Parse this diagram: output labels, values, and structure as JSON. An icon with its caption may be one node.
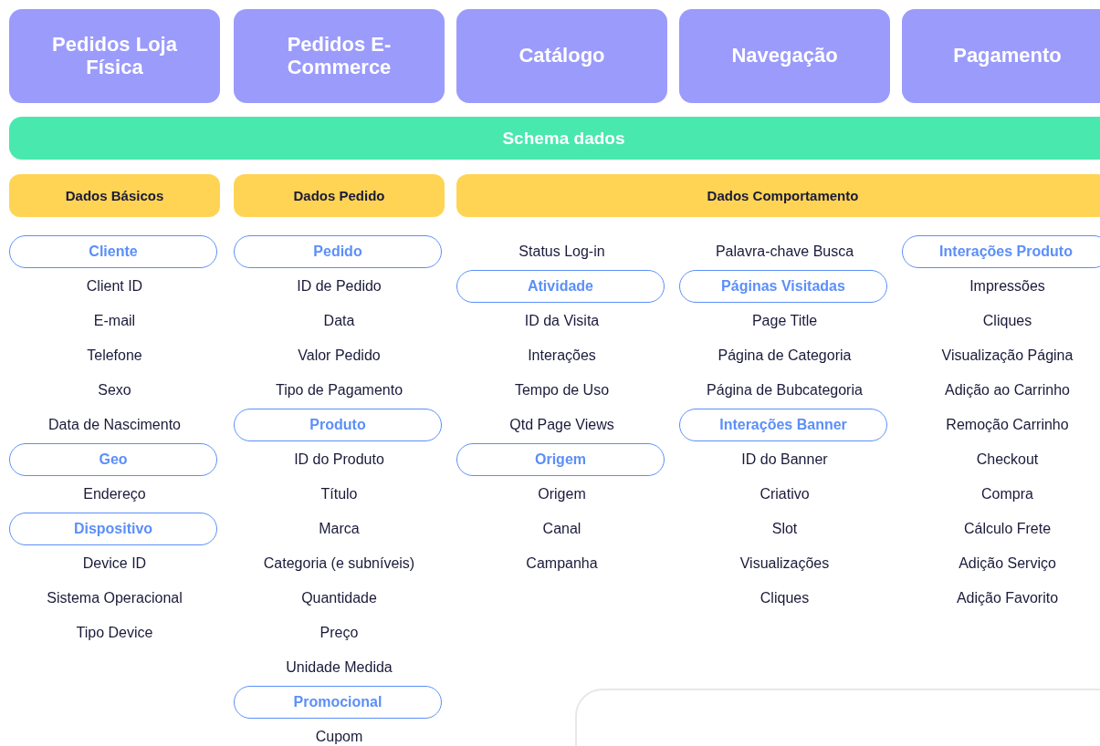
{
  "diagram": {
    "nodes": [
      {
        "text": [
          "Pedidos Loja Física"
        ]
      },
      {
        "text": [
          "Pedidos E-Commerce"
        ]
      },
      {
        "text": [
          "Catálogo"
        ]
      },
      {
        "text": [
          "Navegação"
        ]
      },
      {
        "text": [
          "Pagamento"
        ]
      },
      {
        "text": [
          "Schema dados"
        ]
      },
      {
        "text": [
          "Dados Básicos"
        ]
      },
      {
        "text": [
          "Dados Pedido"
        ]
      },
      {
        "text": [
          "Dados Comportamento"
        ]
      },
      {
        "text": [
          "Cliente"
        ]
      },
      {
        "text": [
          "Pedido"
        ]
      },
      {
        "text": [
          "Interações Produto"
        ]
      },
      {
        "text": [
          "Atividade"
        ]
      },
      {
        "text": [
          "Páginas Visitadas"
        ]
      },
      {
        "text": [
          "Geo"
        ]
      },
      {
        "text": [
          "Produto"
        ]
      },
      {
        "text": [
          "Interações Banner"
        ]
      },
      {
        "text": [
          "Origem"
        ]
      },
      {
        "text": [
          "Dispositivo"
        ]
      },
      {
        "text": [
          "Promocional"
        ]
      },
      {
        "text": [],
        "shape": "box"
      }
    ],
    "labels": [
      "Status Log-in",
      "Palavra-chave Busca",
      "Client ID",
      "ID de Pedido",
      "Impressões",
      "E-mail",
      "Data",
      "ID da Visita",
      "Page Title",
      "Cliques",
      "Telefone",
      "Valor Pedido",
      "Interações",
      "Página de Categoria",
      "Visualização Página",
      "Sexo",
      "Tipo de Pagamento",
      "Tempo de Uso",
      "Página de Bubcategoria",
      "Adição ao Carrinho",
      "Data de Nascimento",
      "Qtd Page Views",
      "Remoção Carrinho",
      "ID do Produto",
      "ID do Banner",
      "Checkout",
      "Endereço",
      "Título",
      "Origem",
      "Criativo",
      "Compra",
      "Marca",
      "Canal",
      "Slot",
      "Cálculo Frete",
      "Device ID",
      "Categoria (e subníveis)",
      "Campanha",
      "Visualizações",
      "Adição Serviço",
      "Sistema Operacional",
      "Quantidade",
      "Cliques",
      "Adição Favorito",
      "Tipo Device",
      "Preço",
      "Unidade Medida",
      "Cupom"
    ]
  }
}
